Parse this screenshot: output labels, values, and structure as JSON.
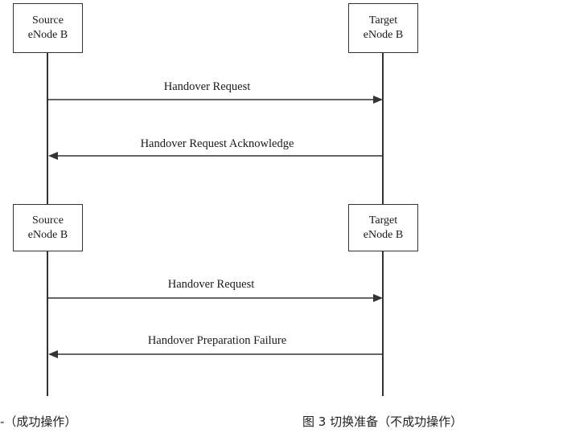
{
  "diagram_success": {
    "source_node": {
      "line1": "Source",
      "line2": "eNode B"
    },
    "target_node": {
      "line1": "Target",
      "line2": "eNode B"
    },
    "messages": [
      {
        "label": "Handover Request",
        "direction": "source-to-target"
      },
      {
        "label": "Handover Request Acknowledge",
        "direction": "target-to-source"
      }
    ]
  },
  "diagram_failure": {
    "source_node": {
      "line1": "Source",
      "line2": "eNode B"
    },
    "target_node": {
      "line1": "Target",
      "line2": "eNode B"
    },
    "messages": [
      {
        "label": "Handover Request",
        "direction": "source-to-target"
      },
      {
        "label": "Handover Preparation Failure",
        "direction": "target-to-source"
      }
    ]
  },
  "captions": {
    "left": "-（成功操作）",
    "right": "图 3   切换准备（不成功操作）"
  },
  "colors": {
    "line": "#333333",
    "text": "#1a1a1a"
  }
}
